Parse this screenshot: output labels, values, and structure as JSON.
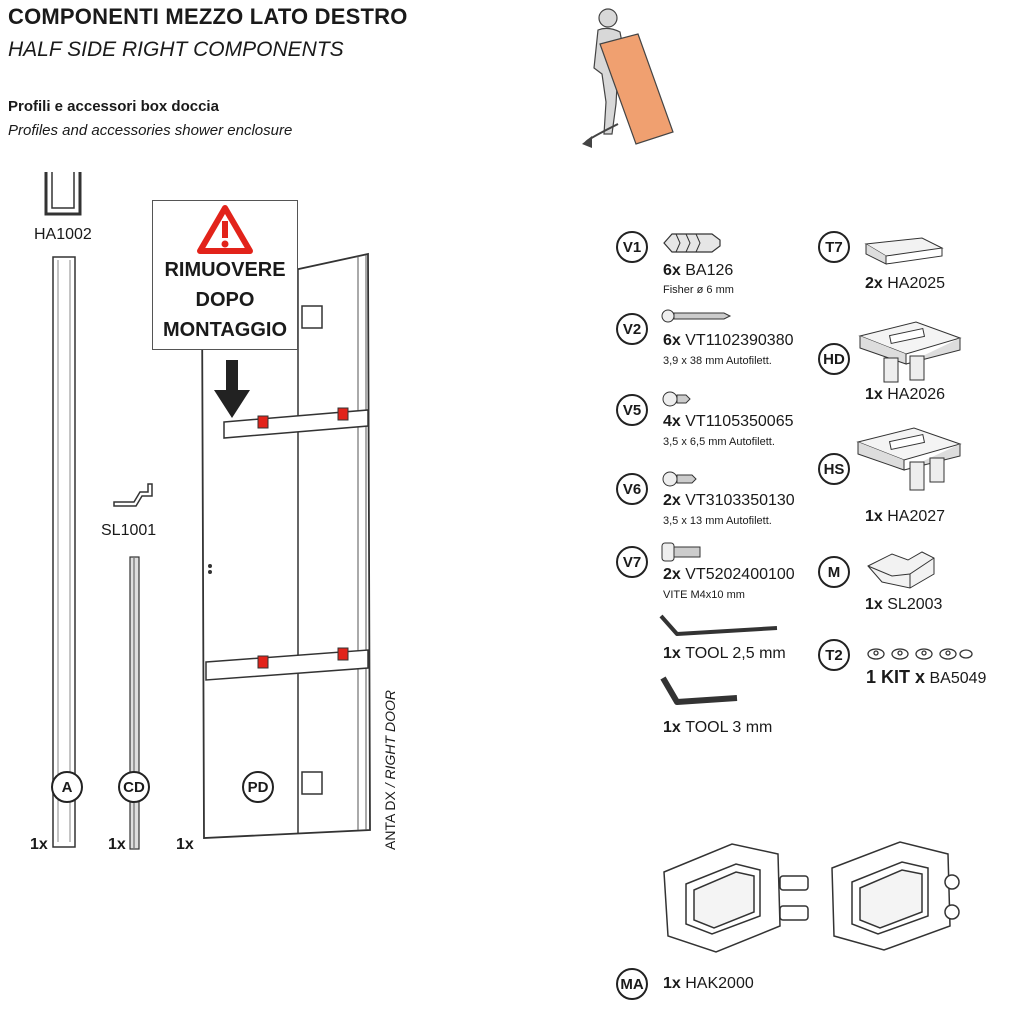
{
  "header": {
    "title_it": "COMPONENTI MEZZO LATO DESTRO",
    "title_en": "HALF SIDE RIGHT COMPONENTS",
    "subtitle_it": "Profili e accessori box doccia",
    "subtitle_en": "Profiles and accessories shower enclosure"
  },
  "profiles": {
    "a": {
      "code": "HA1002",
      "badge": "A",
      "qty": "1x"
    },
    "cd": {
      "code": "SL1001",
      "badge": "CD",
      "qty": "1x"
    },
    "pd": {
      "badge": "PD",
      "qty": "1x",
      "door_label_it": "ANTA DX",
      "door_label_en": "/ RIGHT DOOR"
    }
  },
  "warning": {
    "lines": [
      "RIMUOVERE",
      "DOPO",
      "MONTAGGIO"
    ],
    "color": "#e2231a"
  },
  "hardware_left": [
    {
      "badge": "V1",
      "qty": "6x",
      "code": "BA126",
      "note": "Fisher ø 6 mm"
    },
    {
      "badge": "V2",
      "qty": "6x",
      "code": "VT1102390380",
      "note": "3,9 x 38 mm Autofilett."
    },
    {
      "badge": "V5",
      "qty": "4x",
      "code": "VT1105350065",
      "note": "3,5 x 6,5 mm Autofilett."
    },
    {
      "badge": "V6",
      "qty": "2x",
      "code": "VT3103350130",
      "note": "3,5 x 13 mm Autofilett."
    },
    {
      "badge": "V7",
      "qty": "2x",
      "code": "VT5202400100",
      "note": "VITE M4x10 mm"
    }
  ],
  "tools": [
    {
      "qty": "1x",
      "label": "TOOL 2,5 mm"
    },
    {
      "qty": "1x",
      "label": "TOOL 3 mm"
    }
  ],
  "hardware_right": [
    {
      "badge": "T7",
      "qty": "2x",
      "code": "HA2025"
    },
    {
      "badge": "HD",
      "qty": "1x",
      "code": "HA2026"
    },
    {
      "badge": "HS",
      "qty": "1x",
      "code": "HA2027"
    },
    {
      "badge": "M",
      "qty": "1x",
      "code": "SL2003"
    },
    {
      "badge": "T2",
      "qty": "1 KIT x",
      "code": "BA5049"
    }
  ],
  "hinge": {
    "badge": "MA",
    "qty": "1x",
    "code": "HAK2000"
  },
  "colors": {
    "wood": "#f0a070",
    "line": "#222222",
    "grey": "#bdbdbd"
  }
}
